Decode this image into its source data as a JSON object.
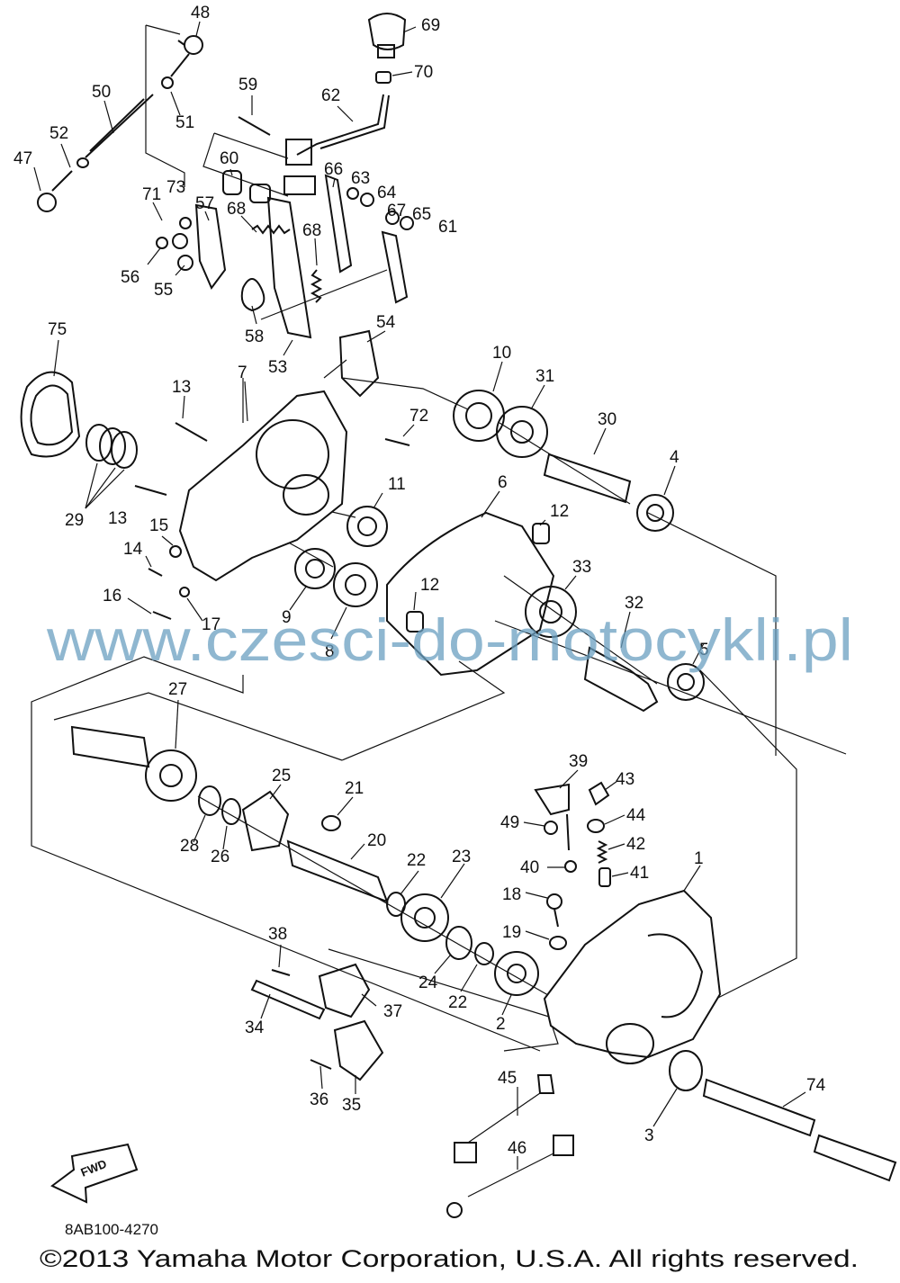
{
  "diagram": {
    "callouts": [
      "48",
      "69",
      "70",
      "50",
      "59",
      "62",
      "51",
      "52",
      "47",
      "60",
      "66",
      "63",
      "64",
      "67",
      "65",
      "61",
      "71",
      "73",
      "57",
      "68",
      "68",
      "56",
      "55",
      "58",
      "53",
      "54",
      "75",
      "13",
      "7",
      "72",
      "10",
      "31",
      "30",
      "4",
      "29",
      "13",
      "15",
      "14",
      "11",
      "6",
      "12",
      "12",
      "33",
      "16",
      "17",
      "9",
      "8",
      "32",
      "5",
      "27",
      "39",
      "43",
      "25",
      "21",
      "49",
      "44",
      "42",
      "20",
      "40",
      "41",
      "28",
      "26",
      "22",
      "23",
      "18",
      "1",
      "19",
      "38",
      "24",
      "22",
      "37",
      "2",
      "34",
      "36",
      "35",
      "45",
      "74",
      "3",
      "46"
    ],
    "watermark": "www.czesci-do-motocykli.pl",
    "fwd_label": "FWD",
    "catalog_number": "8AB100-4270",
    "copyright": "©2013 Yamaha Motor Corporation, U.S.A. All rights reserved."
  }
}
